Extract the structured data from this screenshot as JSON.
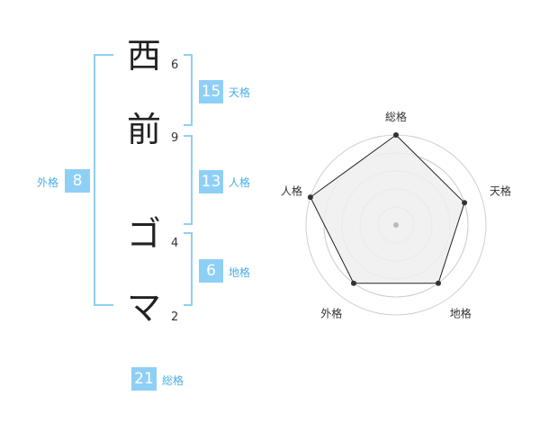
{
  "name": {
    "chars": [
      {
        "char": "西",
        "strokes": "6"
      },
      {
        "char": "前",
        "strokes": "9"
      },
      {
        "char": "ゴ",
        "strokes": "4"
      },
      {
        "char": "マ",
        "strokes": "2"
      }
    ]
  },
  "fortune": {
    "tenkaku": {
      "value": "15",
      "label": "天格"
    },
    "jinkaku": {
      "value": "13",
      "label": "人格"
    },
    "chikaku": {
      "value": "6",
      "label": "地格"
    },
    "gaikaku": {
      "value": "8",
      "label": "外格"
    },
    "soukaku": {
      "value": "21",
      "label": "総格"
    }
  },
  "chart_data": {
    "type": "radar",
    "axes": [
      "総格",
      "天格",
      "地格",
      "外格",
      "人格"
    ],
    "values": [
      5,
      4,
      4,
      4,
      5
    ],
    "max": 5,
    "rings": 5,
    "colors": {
      "fill": "#eeeeee",
      "line": "#222222",
      "ring": "#d0d0d0",
      "point": "#333333",
      "center": "#bbbbbb"
    }
  },
  "colors": {
    "accent": "#8ecff6",
    "label": "#4aaee8"
  }
}
